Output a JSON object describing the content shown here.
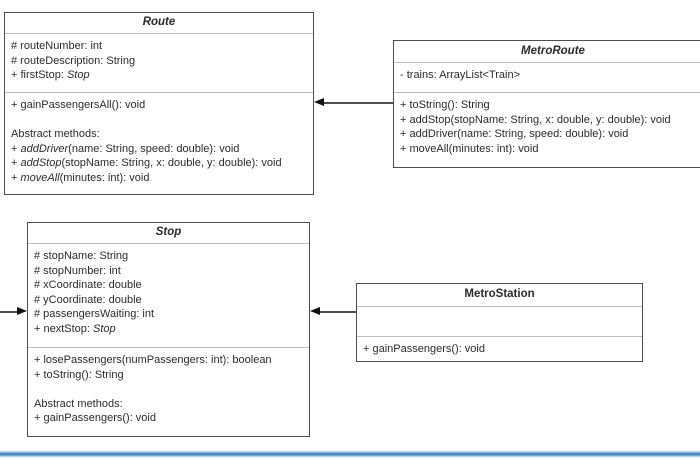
{
  "diagram": {
    "kind": "uml-class-diagram",
    "classes": [
      {
        "title": "Route",
        "title_italic": true,
        "attributes": [
          [
            {
              "t": "# routeNumber: int"
            }
          ],
          [
            {
              "t": "# routeDescription: String"
            }
          ],
          [
            {
              "t": "+ firstStop: "
            },
            {
              "t": "Stop",
              "i": true
            }
          ]
        ],
        "methods": [
          [
            {
              "t": "+ gainPassengersAll(): void"
            }
          ],
          [],
          [
            {
              "t": "Abstract methods:"
            }
          ],
          [
            {
              "t": "+ "
            },
            {
              "t": "addDriver",
              "i": true
            },
            {
              "t": "(name: String, speed: double): void"
            }
          ],
          [
            {
              "t": "+ "
            },
            {
              "t": "addStop",
              "i": true
            },
            {
              "t": "(stopName: String, x: double, y: double): void"
            }
          ],
          [
            {
              "t": "+ "
            },
            {
              "t": "moveAll",
              "i": true
            },
            {
              "t": "(minutes: int): void"
            }
          ]
        ]
      },
      {
        "title": "MetroRoute",
        "title_italic": true,
        "attributes": [
          [
            {
              "t": "- trains: ArrayList<Train>"
            }
          ]
        ],
        "methods": [
          [
            {
              "t": "+ toString(): String"
            }
          ],
          [
            {
              "t": "+ addStop(stopName: String, x: double, y: double): void"
            }
          ],
          [
            {
              "t": "+ addDriver(name: String, speed: double): void"
            }
          ],
          [
            {
              "t": "+ moveAll(minutes: int): void"
            }
          ]
        ]
      },
      {
        "title": "Stop",
        "title_italic": true,
        "attributes": [
          [
            {
              "t": "# stopName: String"
            }
          ],
          [
            {
              "t": "# stopNumber: int"
            }
          ],
          [
            {
              "t": "# xCoordinate: double"
            }
          ],
          [
            {
              "t": "# yCoordinate: double"
            }
          ],
          [
            {
              "t": "# passengersWaiting: int"
            }
          ],
          [
            {
              "t": "+ nextStop: "
            },
            {
              "t": "Stop",
              "i": true
            }
          ]
        ],
        "methods": [
          [
            {
              "t": "+ losePassengers(numPassengers: int): boolean"
            }
          ],
          [
            {
              "t": "+ toString(): String"
            }
          ],
          [],
          [
            {
              "t": "Abstract methods:"
            }
          ],
          [
            {
              "t": "+ gainPassengers(): void"
            }
          ]
        ]
      },
      {
        "title": "MetroStation",
        "title_italic": false,
        "attributes": [],
        "methods": [
          [
            {
              "t": "+ gainPassengers(): void"
            }
          ]
        ]
      }
    ],
    "relationships": [
      {
        "name": "metroroute-to-route-arrow",
        "direction": "points-left-into-Route"
      },
      {
        "name": "offscreen-left-to-stop-arrow",
        "direction": "points-right-into-Stop"
      },
      {
        "name": "metrostation-to-stop-arrow",
        "direction": "points-left-into-Stop"
      }
    ],
    "colors": {
      "box_border": "#4d4d4d",
      "divider": "#bdbdbd",
      "arrow": "#111111",
      "footer_line": "#3b79c2",
      "background": "#ffffff",
      "text": "#2b2b2b"
    }
  }
}
